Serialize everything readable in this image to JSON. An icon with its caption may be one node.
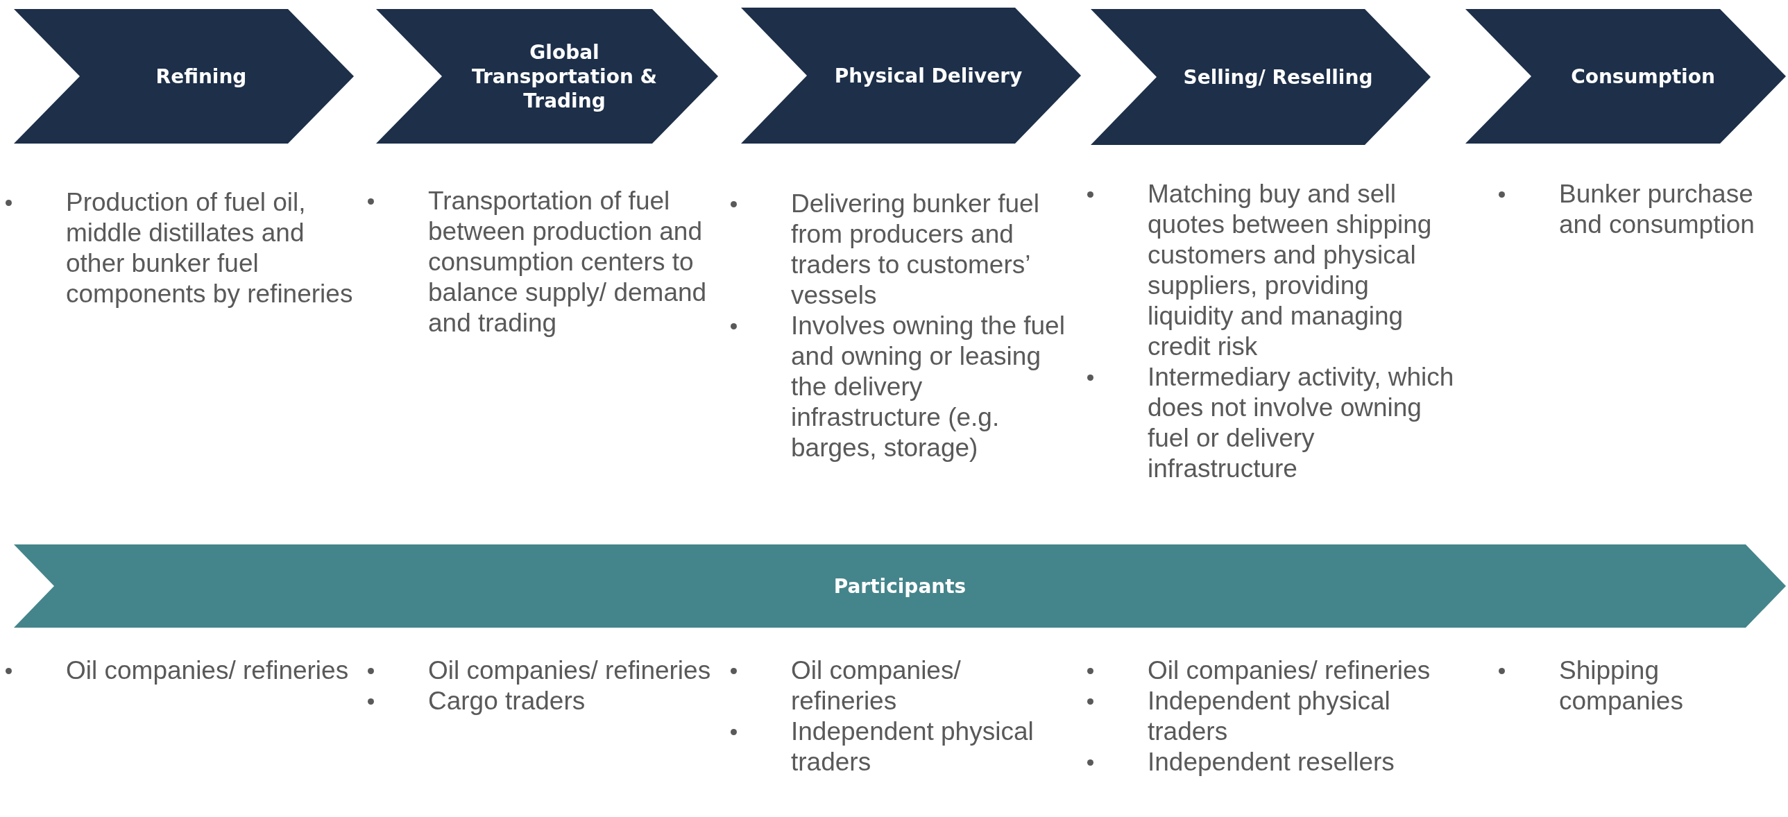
{
  "diagram": {
    "nodes": [
      {
        "text": [
          "Refining"
        ],
        "beside": [
          "Production of fuel oil, middle distillates and other bunker fuel components by refineries"
        ]
      },
      {
        "text": [
          "Global Transportation & Trading"
        ],
        "beside": [
          "Transportation of fuel between production and consumption centers to balance supply/ demand and trading"
        ]
      },
      {
        "text": [
          "Physical Delivery"
        ],
        "beside": [
          "Delivering bunker fuel from producers and traders to customers’ vessels",
          "Involves owning the fuel and owning or leasing the delivery infrastructure (e.g. barges, storage)"
        ]
      },
      {
        "text": [
          "Selling/ Reselling"
        ],
        "beside": [
          "Matching buy and sell quotes between shipping customers and physical suppliers, providing liquidity and managing credit risk",
          "Intermediary activity, which does not involve owning fuel or delivery infrastructure"
        ]
      },
      {
        "text": [
          "Consumption"
        ],
        "beside": [
          "Bunker purchase and consumption"
        ]
      },
      {
        "text": [
          "Participants"
        ]
      }
    ],
    "labels": [
      "Oil companies/ refineries",
      "Oil companies/ refineries",
      "Cargo traders",
      "Oil companies/ refineries",
      "Independent physical traders",
      "Oil companies/ refineries",
      "Independent physical traders",
      "Independent resellers",
      "Shipping companies"
    ]
  }
}
